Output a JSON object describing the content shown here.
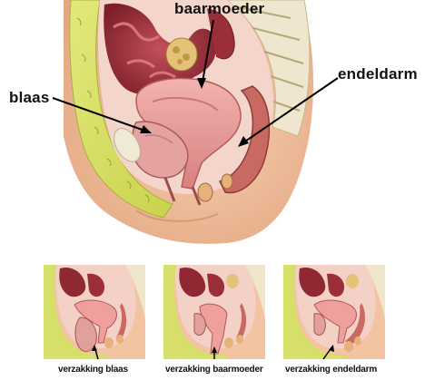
{
  "labels": {
    "uterus": "baarmoeder",
    "bladder": "blaas",
    "rectum": "endeldarm"
  },
  "captions": [
    "verzakking blaas",
    "verzakking baarmoeder",
    "verzakking endeldarm"
  ],
  "colors": {
    "skin": "#f3c3a0",
    "skin_shadow": "#e2a882",
    "fat": "#d9e36a",
    "organ": "#e79a9a",
    "organ_dark": "#b0474f",
    "intestine": "#9a2f3a",
    "cavity": "#f6dcd5"
  }
}
